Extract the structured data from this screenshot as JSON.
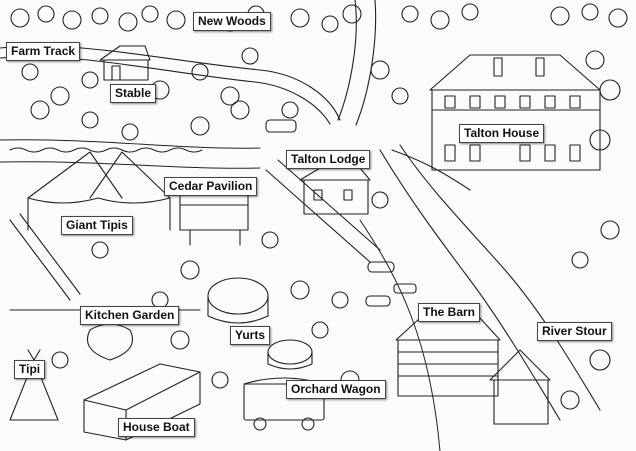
{
  "map": {
    "labels": [
      {
        "id": "new-woods",
        "text": "New Woods"
      },
      {
        "id": "farm-track",
        "text": "Farm Track"
      },
      {
        "id": "stable",
        "text": "Stable"
      },
      {
        "id": "talton-house",
        "text": "Talton House"
      },
      {
        "id": "talton-lodge",
        "text": "Talton Lodge"
      },
      {
        "id": "cedar-pavilion",
        "text": "Cedar Pavilion"
      },
      {
        "id": "giant-tipis",
        "text": "Giant Tipis"
      },
      {
        "id": "kitchen-garden",
        "text": "Kitchen Garden"
      },
      {
        "id": "yurts",
        "text": "Yurts"
      },
      {
        "id": "the-barn",
        "text": "The Barn"
      },
      {
        "id": "river-stour",
        "text": "River Stour"
      },
      {
        "id": "tipi",
        "text": "Tipi"
      },
      {
        "id": "orchard-wagon",
        "text": "Orchard Wagon"
      },
      {
        "id": "house-boat",
        "text": "House Boat"
      }
    ],
    "colors": {
      "ink": "#222222",
      "paper": "#fbfbfb",
      "label_bg": "#ffffff"
    }
  }
}
